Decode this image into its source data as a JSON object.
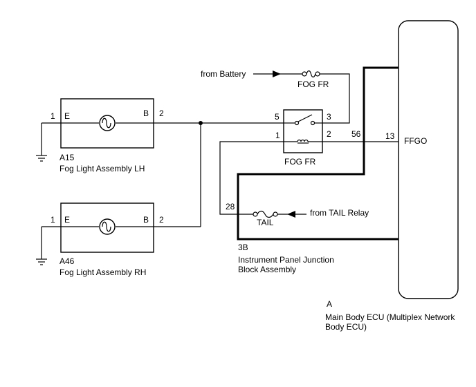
{
  "components": {
    "lamp_lh": {
      "code": "A15",
      "name": "Fog Light Assembly LH",
      "pin1": "1",
      "pin2": "2",
      "term_e": "E",
      "term_b": "B"
    },
    "lamp_rh": {
      "code": "A46",
      "name": "Fog Light Assembly RH",
      "pin1": "1",
      "pin2": "2",
      "term_e": "E",
      "term_b": "B"
    },
    "relay": {
      "label": "FOG FR",
      "pin5": "5",
      "pin3": "3",
      "pin1": "1",
      "pin2": "2"
    },
    "junction_block": {
      "code": "3B",
      "name_line1": "Instrument Panel Junction",
      "name_line2": "Block Assembly",
      "pin56": "56",
      "pin28": "28"
    },
    "ecu": {
      "code": "A",
      "name_line1": "Main Body ECU (Multiplex Network",
      "name_line2": "Body ECU)",
      "pin13": "13",
      "terminal": "FFGO"
    }
  },
  "fuses": {
    "fog_fr": "FOG FR",
    "tail": "TAIL"
  },
  "sources": {
    "battery": "from Battery",
    "tail_relay": "from TAIL Relay"
  }
}
